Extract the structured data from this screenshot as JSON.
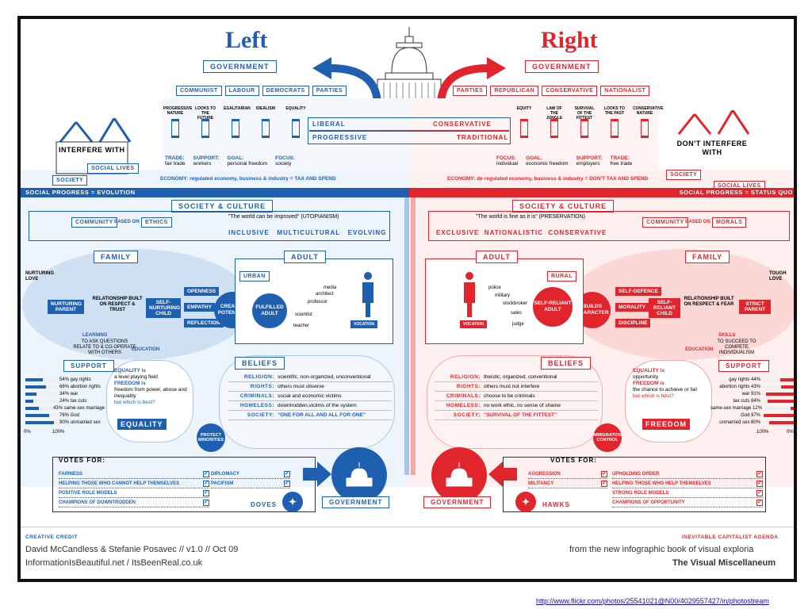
{
  "header": {
    "left_title": "Left",
    "right_title": "Right",
    "government": "GOVERNMENT"
  },
  "left_parties": [
    "COMMUNIST",
    "LABOUR",
    "DEMOCRATS",
    "PARTIES"
  ],
  "right_parties": [
    "PARTIES",
    "REPUBLICAN",
    "CONSERVATIVE",
    "NATIONALIST"
  ],
  "left_columns": [
    "PROGRESSIVE NATURE",
    "LOOKS TO THE FUTURE",
    "EGALITARIAN",
    "IDEALISM",
    "EQUALITY"
  ],
  "right_columns": [
    "EQUITY",
    "LAW OF THE JUNGLE",
    "SURVIVAL OF THE FITTEST",
    "LOOKS TO THE PAST",
    "CONSERVATIVE NATURE"
  ],
  "spectrum": {
    "liberal": "LIBERAL",
    "conservative": "CONSERVATIVE",
    "progressive": "PROGRESSIVE",
    "traditional": "TRADITIONAL"
  },
  "left_interfere": "INTERFERE WITH",
  "right_interfere": "DON'T INTERFERE WITH",
  "society": "SOCIETY",
  "social_lives": "SOCIAL LIVES",
  "left_trade": {
    "trade_l": "TRADE:",
    "trade_v": "fair trade",
    "support_l": "SUPPORT:",
    "support_v": "workers",
    "goal_l": "GOAL:",
    "goal_v": "personal freedom",
    "focus_l": "FOCUS:",
    "focus_v": "society"
  },
  "right_trade": {
    "focus_l": "FOCUS:",
    "focus_v": "individual",
    "goal_l": "GOAL:",
    "goal_v": "economic freedom",
    "support_l": "SUPPORT:",
    "support_v": "employers",
    "trade_l": "TRADE:",
    "trade_v": "free trade"
  },
  "economy_left": "ECONOMY: regulated economy, business & industry = TAX AND SPEND",
  "economy_right": "ECONOMY: de-regulated economy, business & industry = DON'T TAX AND SPEND",
  "social_left": "SOCIAL PROGRESS = EVOLUTION",
  "social_right": "SOCIAL PROGRESS = STATUS QUO",
  "society_culture": "SOCIETY & CULTURE",
  "left_culture": {
    "community": "COMMUNITY",
    "based_on": "BASED ON",
    "ethics": "ETHICS",
    "quote": "\"The world can be improved\" (UTOPIANISM)",
    "motto": "INCLUSIVE   MULTICULTURAL   EVOLVING"
  },
  "right_culture": {
    "community": "COMMUNITY",
    "based_on": "BASED ON",
    "morals": "MORALS",
    "quote": "\"The world is fine as it is\" (PRESERVATION)",
    "motto": "EXCLUSIVE  NATIONALISTIC  CONSERVATIVE"
  },
  "family": "FAMILY",
  "adult": "ADULT",
  "urban": "URBAN",
  "rural": "RURAL",
  "left_family": {
    "love": "NURTURING LOVE",
    "parent": "NURTURING PARENT",
    "relationship": "RELATIONSHIP BUILT ON RESPECT & TRUST",
    "child": "SELF-NURTURING CHILD",
    "openness": "OPENNESS",
    "empathy": "EMPATHY",
    "reflection": "REFLECTION",
    "learning": "LEARNING",
    "learning_sub": "TO ASK QUESTIONS RELATE TO & CO-OPERATE WITH OTHERS",
    "education": "EDUCATION",
    "creates": "CREATES POTENTIAL",
    "fulfilled": "FULFILLED ADULT",
    "jobs": [
      "media",
      "architect",
      "professor",
      "scientist",
      "teacher"
    ],
    "vocation": "VOCATION"
  },
  "right_family": {
    "love": "TOUGH LOVE",
    "parent": "STRICT PARENT",
    "relationship": "RELATIONSHIP BUILT ON RESPECT & FEAR",
    "child": "SELF-RELIANT CHILD",
    "defence": "SELF-DEFENCE",
    "morality": "MORALITY",
    "discipline": "DISCIPLINE",
    "skills": "SKILLS",
    "skills_sub": "TO SUCCEED TO COMPETE INDIVIDUALISM",
    "education": "EDUCATION",
    "builds": "BUILDS CHARACTER",
    "reliant": "SELF-RELIANT ADULT",
    "jobs": [
      "police",
      "military",
      "stockbroker",
      "sales",
      "judge"
    ],
    "vocation": "VOCATION"
  },
  "beliefs": "BELIEFS",
  "left_beliefs": [
    [
      "RELIGION:",
      "scientific, non-organized, unconventional"
    ],
    [
      "RIGHTS:",
      "others must observe"
    ],
    [
      "CRIMINALS:",
      "social and economic victims"
    ],
    [
      "HOMELESS:",
      "downtrodden,victims of the system"
    ],
    [
      "SOCIETY:",
      "\"ONE FOR ALL AND ALL FOR ONE\""
    ]
  ],
  "right_beliefs": [
    [
      "RELIGION:",
      "theistic, organized, conventional"
    ],
    [
      "RIGHTS:",
      "others must not interfere"
    ],
    [
      "CRIMINALS:",
      "choose to be criminals"
    ],
    [
      "HOMELESS:",
      "no work ethic, no sense of shame"
    ],
    [
      "SOCIETY:",
      "\"SURVIVAL OF THE FITTEST\""
    ]
  ],
  "left_equality": {
    "l1": "EQUALITY is",
    "l2": "a level playing field",
    "l3": "FREEDOM is",
    "l4": "freedom from power, abuse and inequality",
    "q": "but which is best?",
    "a": "EQUALITY"
  },
  "right_equality": {
    "l1": "EQUALITY is",
    "l2": "opportunity",
    "l3": "FREEDOM is",
    "l4": "the chance to achieve or fail",
    "q": "but which is best?",
    "a": "FREEDOM"
  },
  "protect": "PROTECT MINORITIES",
  "immigration": "IMMIGRATION CONTROL",
  "support": "SUPPORT",
  "left_support": [
    "54% gay rights",
    "66% abortion rights",
    "34% war",
    "24% tax cuts",
    "43% same-sex marriage",
    "76% God",
    "90% unmarried sex"
  ],
  "right_support": [
    "gay rights 44%",
    "abortion rights 43%",
    "war 91%",
    "tax cuts 84%",
    "same-sex marriage 12%",
    "God 97%",
    "unmarried sex 80%"
  ],
  "scale": [
    "0%",
    "100%"
  ],
  "votes_for": "VOTES FOR:",
  "left_votes": [
    "FAIRNESS",
    "HELPING THOSE WHO CANNOT HELP THEMSELVES",
    "POSITIVE ROLE MODELS",
    "CHAMPIONS OF DOWNTRODDEN"
  ],
  "left_votes2": [
    "DIPLOMACY",
    "PACIFISM"
  ],
  "right_votes": [
    "AGGRESSION",
    "MILITANCY"
  ],
  "right_votes2": [
    "UPHOLDING ORDER",
    "HELPING THOSE WHO HELP THEMSELVES",
    "STRONG ROLE MODELS",
    "CHAMPIONS OF OPPORTUNITY"
  ],
  "doves": "DOVES",
  "hawks": "HAWKS",
  "footer": {
    "credit": "CREATIVE CREDIT",
    "authors": "David McCandless & Stefanie Posavec // v1.0 // Oct 09",
    "site": "InformationIsBeautiful.net / ItsBeenReal.co.uk",
    "agenda": "INEVITABLE CAPITALIST AGENDA",
    "book": "from the new infographic book of visual exploria",
    "title": "The Visual Miscellaneum"
  },
  "url": "http://www.flickr.com/photos/25541021@N00/4029557427/in/photostream",
  "colors": {
    "blue": "#1f5fb0",
    "red": "#e0262c",
    "light_blue": "#cfe0f3",
    "light_red": "#fbd8d6"
  }
}
